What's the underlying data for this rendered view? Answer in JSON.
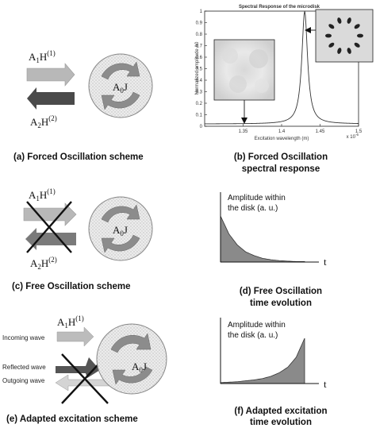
{
  "panel_a": {
    "caption": "(a) Forced Oscillation scheme",
    "incoming_label": "A",
    "incoming_sub": "1",
    "incoming_field": "H",
    "incoming_sup": "(1)",
    "outgoing_label": "A",
    "outgoing_sub": "2",
    "outgoing_field": "H",
    "outgoing_sup": "(2)",
    "disk_label": "A",
    "disk_sub": "0",
    "disk_field": "J"
  },
  "panel_b": {
    "caption_line1": "(b) Forced Oscillation",
    "caption_line2": "spectral response",
    "chart_title": "Spectral Response of the microdisk",
    "ylabel": "Normalized amplitude A0",
    "xlabel": "Excitation wavelength (m)",
    "x_exponent": "x 10",
    "x_exponent_power": "-6"
  },
  "panel_c": {
    "caption": "(c) Free Oscillation scheme",
    "incoming_label": "A",
    "incoming_sub": "1",
    "incoming_field": "H",
    "incoming_sup": "(1)",
    "outgoing_label": "A",
    "outgoing_sub": "2",
    "outgoing_field": "H",
    "outgoing_sup": "(2)",
    "disk_label": "A",
    "disk_sub": "0",
    "disk_field": "J"
  },
  "panel_d": {
    "caption_line1": "(d) Free Oscillation",
    "caption_line2": "time evolution",
    "ylabel_line1": "Amplitude within",
    "ylabel_line2": "the disk (a. u.)",
    "xlabel": "t"
  },
  "panel_e": {
    "caption": "(e) Adapted excitation scheme",
    "incoming_wave": "Incoming wave",
    "reflected_wave": "Reflected wave",
    "outgoing_wave": "Outgoing wave",
    "incoming_label": "A",
    "incoming_sub": "1",
    "incoming_field": "H",
    "incoming_sup": "(1)",
    "disk_label": "A",
    "disk_sub": "0",
    "disk_field": "J"
  },
  "panel_f": {
    "caption_line1": "(f) Adapted excitation",
    "caption_line2": "time evolution",
    "ylabel_line1": "Amplitude within",
    "ylabel_line2": "the disk (a. u.)",
    "xlabel": "t"
  },
  "chart_data": [
    {
      "type": "line",
      "title": "Spectral Response of the microdisk",
      "xlabel": "Excitation wavelength (m)",
      "ylabel": "Normalized amplitude A0",
      "x_scale_note": "x 10^-6",
      "xlim": [
        1.3,
        1.5
      ],
      "ylim": [
        0,
        1
      ],
      "x_ticks": [
        "1.35",
        "1.4",
        "1.45",
        "1.5"
      ],
      "y_ticks": [
        "0",
        "0.1",
        "0.2",
        "0.3",
        "0.4",
        "0.5",
        "0.6",
        "0.7",
        "0.8",
        "0.9",
        "1"
      ],
      "peak_center": 1.43,
      "peak_value": 1.0,
      "baseline": 0.02,
      "series": [
        {
          "x": [
            1.3,
            1.33,
            1.36,
            1.38,
            1.4,
            1.41,
            1.42,
            1.425,
            1.428,
            1.43,
            1.432,
            1.435,
            1.44,
            1.45,
            1.46,
            1.48,
            1.5
          ],
          "y": [
            0.02,
            0.03,
            0.04,
            0.05,
            0.08,
            0.12,
            0.26,
            0.52,
            0.82,
            1.0,
            0.82,
            0.52,
            0.26,
            0.1,
            0.07,
            0.04,
            0.03
          ]
        }
      ]
    },
    {
      "type": "area",
      "xlabel": "t",
      "ylabel": "Amplitude within the disk (a. u.)",
      "shape": "exponential decay",
      "series": [
        {
          "x": [
            0,
            0.1,
            0.2,
            0.3,
            0.4,
            0.5,
            0.6,
            0.7,
            0.8,
            0.9,
            1.0
          ],
          "y": [
            1.0,
            0.61,
            0.37,
            0.22,
            0.14,
            0.08,
            0.05,
            0.03,
            0.02,
            0.01,
            0.01
          ]
        }
      ]
    },
    {
      "type": "area",
      "xlabel": "t",
      "ylabel": "Amplitude within the disk (a. u.)",
      "shape": "exponential growth",
      "series": [
        {
          "x": [
            0,
            0.1,
            0.2,
            0.3,
            0.4,
            0.5,
            0.6,
            0.7,
            0.8,
            0.9,
            1.0
          ],
          "y": [
            0.02,
            0.03,
            0.04,
            0.06,
            0.08,
            0.11,
            0.16,
            0.24,
            0.36,
            0.58,
            1.0
          ]
        }
      ]
    }
  ]
}
